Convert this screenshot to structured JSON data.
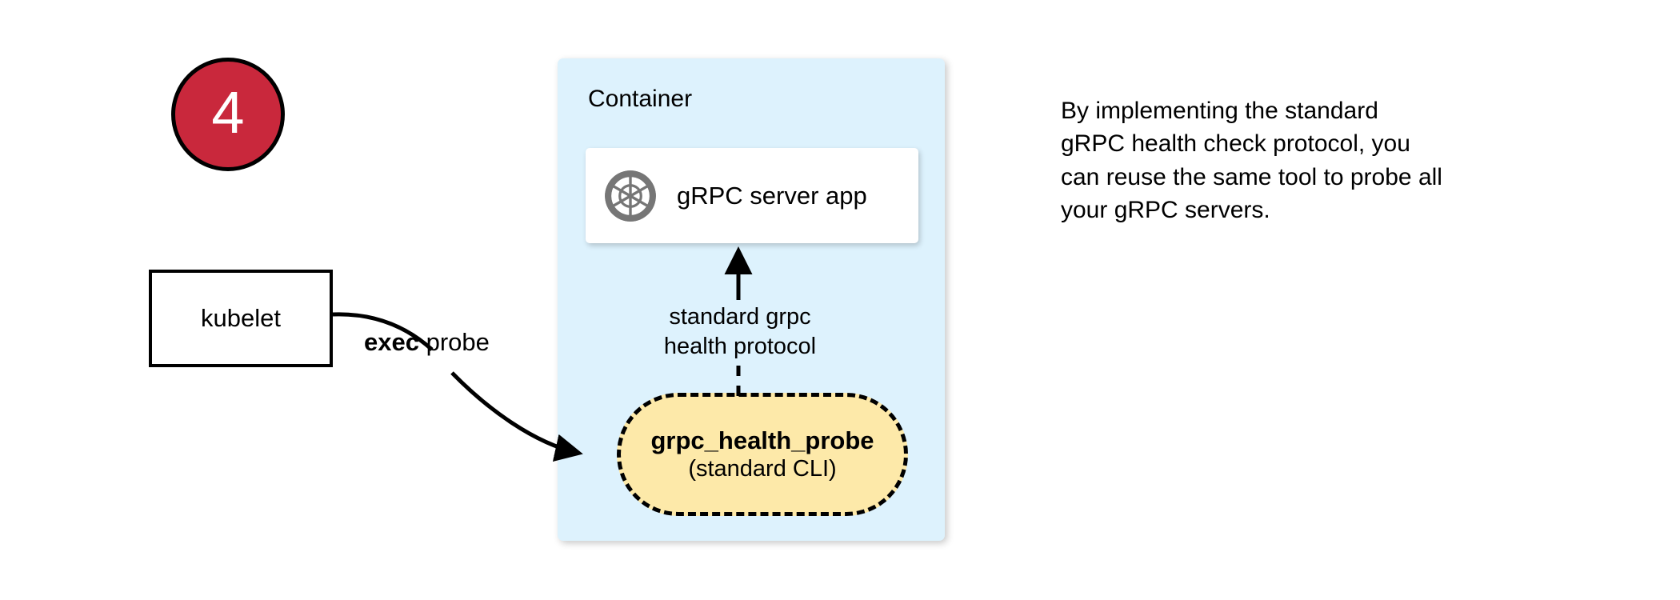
{
  "colors": {
    "badge_fill": "#c9283c",
    "badge_text": "#ffffff",
    "container_fill": "#ddf2fd",
    "probe_fill": "#fde9a9",
    "card_fill": "#ffffff",
    "stroke": "#000000",
    "icon_gray": "#767676",
    "page_background": "#ffffff"
  },
  "step_badge": {
    "number": "4"
  },
  "kubelet": {
    "label": "kubelet"
  },
  "exec_edge": {
    "label_strong": "exec",
    "label_rest": " probe"
  },
  "container": {
    "title": "Container",
    "server_card": {
      "icon": "aperture-icon",
      "label": "gRPC server app"
    },
    "protocol_edge": {
      "line1": "standard grpc",
      "line2": "health protocol",
      "direction": "up"
    },
    "probe": {
      "title": "grpc_health_probe",
      "subtitle": "(standard CLI)"
    }
  },
  "side_note": {
    "line1": "By implementing the standard",
    "line2": "gRPC health check protocol, you",
    "line3": "can reuse the same tool to probe all",
    "line4": "your gRPC servers."
  }
}
